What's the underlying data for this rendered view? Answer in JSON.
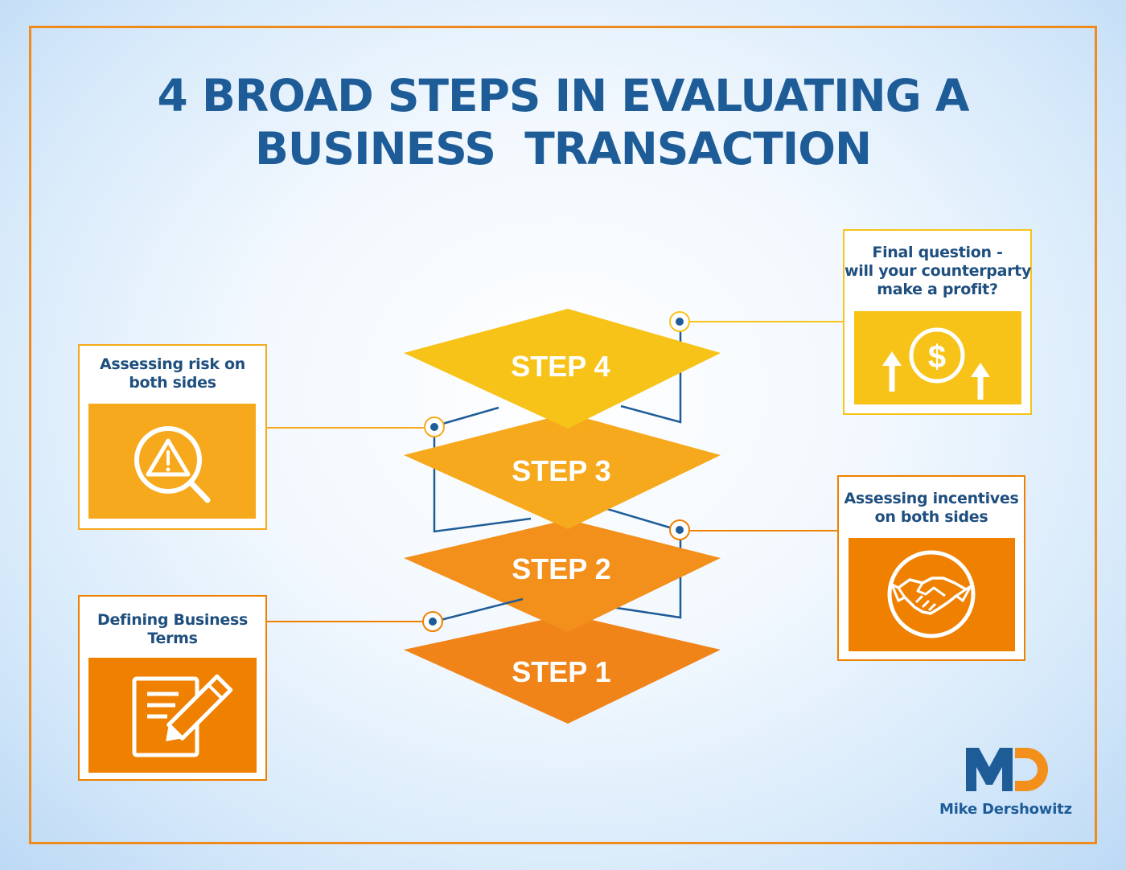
{
  "title": {
    "line1": "4 BROAD STEPS IN EVALUATING A",
    "line2": "BUSINESS  TRANSACTION"
  },
  "steps": [
    {
      "label": "STEP 4",
      "color": "#f7c318"
    },
    {
      "label": "STEP 3",
      "color": "#f6a91c"
    },
    {
      "label": "STEP 2",
      "color": "#f38f1b"
    },
    {
      "label": "STEP 1",
      "color": "#f08419"
    }
  ],
  "cards": {
    "risk": {
      "label_lines": [
        "Assessing risk on",
        "both sides"
      ],
      "icon": "warning-magnifier-icon",
      "color": "#f6a91c"
    },
    "terms": {
      "label_lines": [
        "Defining Business",
        "Terms"
      ],
      "icon": "document-pen-icon",
      "color": "#ef8000"
    },
    "profit": {
      "label_lines": [
        "Final question -",
        "will your counterparty",
        "make a profit?"
      ],
      "icon": "dollar-arrows-icon",
      "color": "#f7c318"
    },
    "incentives": {
      "label_lines": [
        "Assessing incentives",
        "on both sides"
      ],
      "icon": "handshake-icon",
      "color": "#ef8000"
    }
  },
  "colors": {
    "frame": "#ef8a1c",
    "title": "#1e5c98",
    "connector_dark": "#1e5c98",
    "connector_light": "#f6b84a"
  },
  "logo": {
    "monogram": "MD",
    "name": "Mike Dershowitz"
  }
}
